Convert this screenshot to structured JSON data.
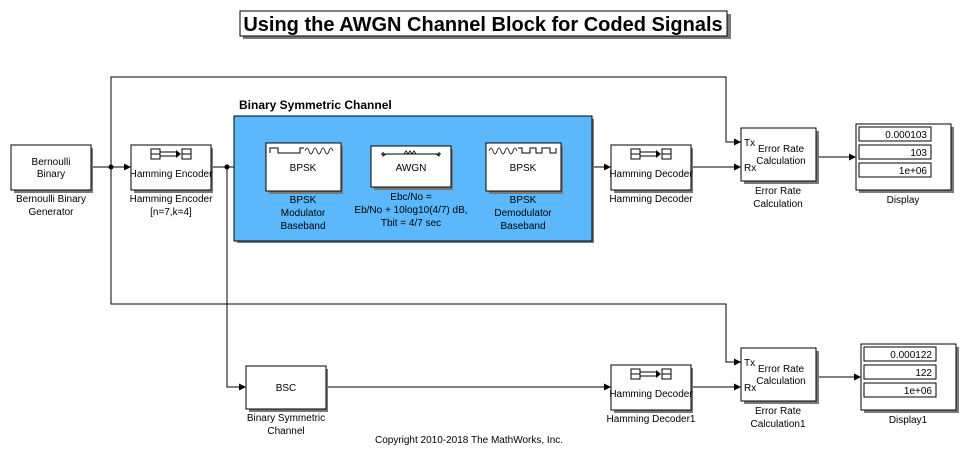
{
  "title": "Using the AWGN Channel Block for Coded Signals",
  "subsystem_label": "Binary Symmetric Channel",
  "colors": {
    "subsystem_fill": "#5bb8fc",
    "wire": "#000000"
  },
  "blocks": {
    "bernoulli": {
      "text1": "Bernoulli",
      "text2": "Binary",
      "cap1": "Bernoulli Binary",
      "cap2": "Generator"
    },
    "enc": {
      "text": "Hamming Encoder",
      "cap1": "Hamming Encoder",
      "cap2": "[n=7,k=4]"
    },
    "bpsk_mod": {
      "text": "BPSK",
      "cap1": "BPSK",
      "cap2": "Modulator",
      "cap3": "Baseband"
    },
    "awgn": {
      "text": "AWGN",
      "cap1": "Ebc/No =",
      "cap2": "Eb/No + 10log10(4/7) dB,",
      "cap3": "Tbit = 4/7 sec"
    },
    "bpsk_demod": {
      "text": "BPSK",
      "cap1": "BPSK",
      "cap2": "Demodulator",
      "cap3": "Baseband"
    },
    "dec": {
      "text": "Hamming Decoder",
      "cap": "Hamming Decoder"
    },
    "erc": {
      "tx": "Tx",
      "rx": "Rx",
      "text1": "Error Rate",
      "text2": "Calculation",
      "cap1": "Error Rate",
      "cap2": "Calculation"
    },
    "display": {
      "values": [
        "0.000103",
        "103",
        "1e+06"
      ],
      "cap": "Display"
    },
    "bsc": {
      "text": "BSC",
      "cap1": "Binary Symmetric",
      "cap2": "Channel"
    },
    "dec1": {
      "text": "Hamming Decoder",
      "cap": "Hamming Decoder1"
    },
    "erc1": {
      "tx": "Tx",
      "rx": "Rx",
      "text1": "Error Rate",
      "text2": "Calculation",
      "cap1": "Error Rate",
      "cap2": "Calculation1"
    },
    "display1": {
      "values": [
        "0.000122",
        "122",
        "1e+06"
      ],
      "cap": "Display1"
    }
  },
  "copyright": "Copyright 2010-2018 The MathWorks, Inc."
}
